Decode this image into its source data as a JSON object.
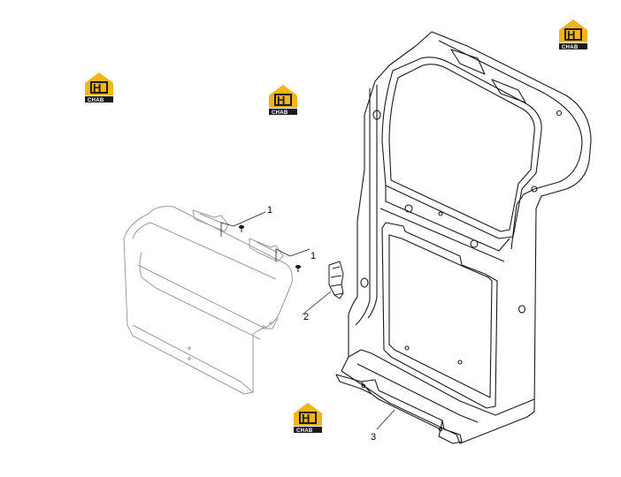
{
  "colors": {
    "line": "#1a1a1a",
    "ghost_line": "#9a9a9a",
    "logo_yellow": "#f3b41a",
    "logo_dark": "#1c1c1c"
  },
  "watermark": {
    "icon": "house-logo-icon",
    "letter": "H",
    "brand": "CHAB"
  },
  "callouts": [
    {
      "label": "1"
    },
    {
      "label": "1"
    },
    {
      "label": "2"
    },
    {
      "label": "3"
    }
  ]
}
